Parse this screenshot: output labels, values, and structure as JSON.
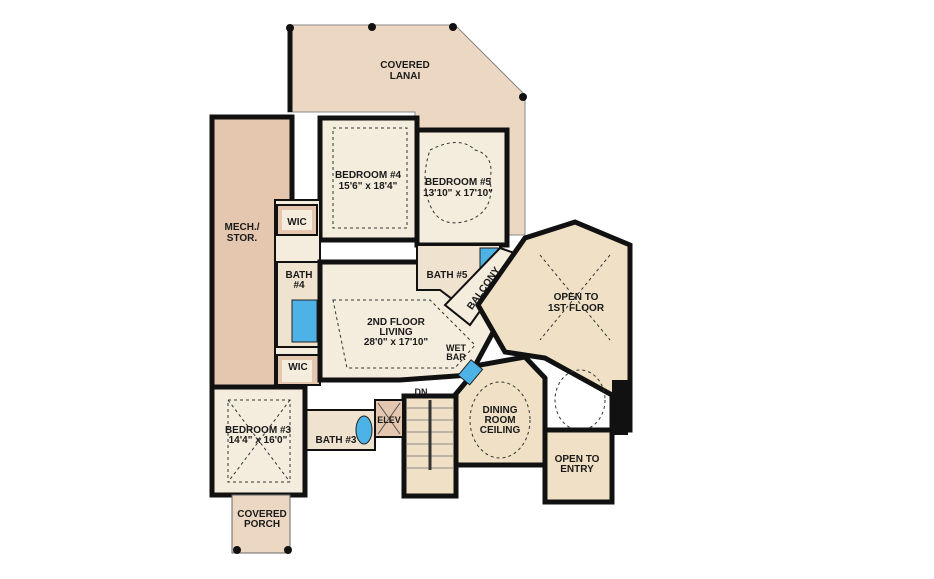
{
  "plan": {
    "rooms": [
      {
        "id": "lanai",
        "name": "COVERED",
        "name2": "LANAI"
      },
      {
        "id": "mech",
        "name": "MECH./",
        "name2": "STOR."
      },
      {
        "id": "bed4",
        "name": "BEDROOM #4",
        "dims": "15'6\" x 18'4\""
      },
      {
        "id": "bed5",
        "name": "BEDROOM #5",
        "dims": "13'10\" x 17'10\""
      },
      {
        "id": "wic1",
        "name": "WIC"
      },
      {
        "id": "bath4",
        "name": "BATH",
        "name2": "#4"
      },
      {
        "id": "bath5",
        "name": "BATH #5"
      },
      {
        "id": "balcony",
        "name": "BALCONY"
      },
      {
        "id": "open1",
        "name": "OPEN TO",
        "name2": "1ST FLOOR"
      },
      {
        "id": "living",
        "name": "2ND FLOOR",
        "name2": "LIVING",
        "dims": "28'0\" x 17'10\""
      },
      {
        "id": "wetbar",
        "name": "WET",
        "name2": "BAR"
      },
      {
        "id": "wic2",
        "name": "WIC"
      },
      {
        "id": "dn",
        "name": "DN"
      },
      {
        "id": "elev",
        "name": "ELEV"
      },
      {
        "id": "dining",
        "name": "DINING",
        "name2": "ROOM",
        "name3": "CEILING"
      },
      {
        "id": "bed3",
        "name": "BEDROOM #3",
        "dims": "14'4\" x 16'0\""
      },
      {
        "id": "bath3",
        "name": "BATH #3"
      },
      {
        "id": "entry",
        "name": "OPEN TO",
        "name2": "ENTRY"
      },
      {
        "id": "porch",
        "name": "COVERED",
        "name2": "PORCH"
      }
    ],
    "colors": {
      "wall": "#111111",
      "floor": "#f4ecdc",
      "tan": "#e4c7ae",
      "lanai": "#ecd8c2",
      "open": "#f0e1c6",
      "tile": "#4db3e6"
    }
  }
}
